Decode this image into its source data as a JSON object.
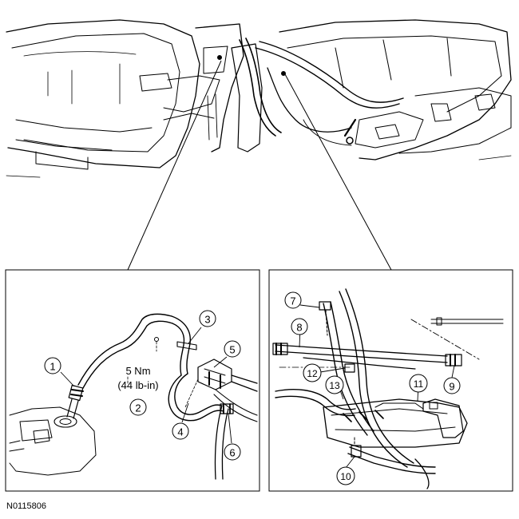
{
  "figure_id": "N0115806",
  "torque": {
    "line1": "5 Nm",
    "line2": "(44 lb-in)"
  },
  "callouts": [
    "1",
    "2",
    "3",
    "4",
    "5",
    "6",
    "7",
    "8",
    "9",
    "10",
    "11",
    "12",
    "13"
  ]
}
